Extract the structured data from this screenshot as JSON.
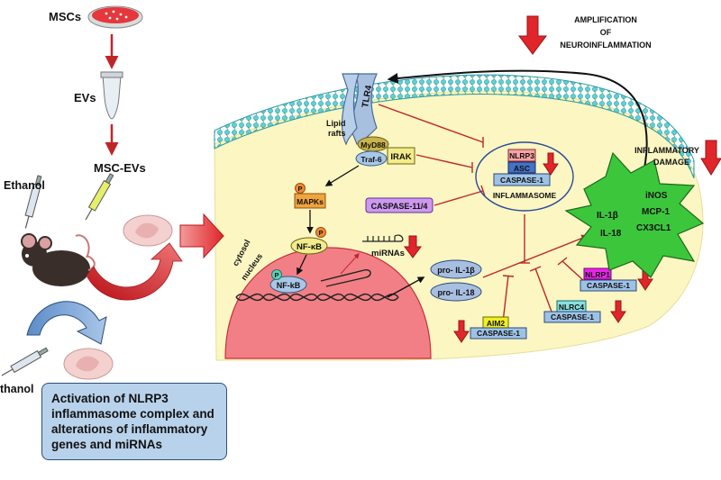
{
  "left_panel": {
    "mscs": "MSCs",
    "evs": "EVs",
    "msc_evs": "MSC-EVs",
    "ethanol_top": "Ethanol",
    "ethanol_bottom": "thanol",
    "conclusion": "Activation of NLRP3 inflammasome complex and alterations of inflammatory genes and miRNAs"
  },
  "cell": {
    "tlr4": "TLR4",
    "lipid_rafts": "Lipid rafts",
    "myd88": "MyD88",
    "traf6": "Traf-6",
    "irak": "IRAK",
    "mapks": "MAPKs",
    "phospho": "P",
    "nfkb_cyto": "NF-κB",
    "nfkb_nuc": "NF-kB",
    "cytosol": "cytosol",
    "nucleus": "nucleus",
    "mirnas": "miRNAs",
    "caspase_11_4": "CASPASE-11/4",
    "nlrp3": "NLRP3",
    "asc": "ASC",
    "caspase1": "CASPASE-1",
    "inflammasome": "INFLAMMASOME",
    "pro_il1b": "pro- IL-1β",
    "pro_il18": "pro- IL-18",
    "nlrp1": "NLRP1",
    "nlrc4": "NLRC4",
    "aim2": "AIM2"
  },
  "outputs": {
    "inos": "iNOS",
    "il1b": "IL-1β",
    "mcp1": "MCP-1",
    "il18": "IL-18",
    "cx3cl1": "CX3CL1"
  },
  "annotations": {
    "amplification_line1": "AMPLIFICATION",
    "amplification_line2": "OF",
    "amplification_line3": "NEUROINFLAMMATION",
    "damage_line1": "INFLAMMATORY",
    "damage_line2": "DAMAGE"
  },
  "colors": {
    "cell_fill": "#fbf6c2",
    "nucleus_fill": "#f27f86",
    "arrow_red": "#e0262a",
    "inhibit_red": "#c0252a",
    "tlr4_fill": "#a8c0e0",
    "burst_fill": "#3cc63c",
    "caspase_box": "#9ec2e6",
    "nlrp3_box": "#f7a3a3",
    "asc_box": "#4472c4",
    "caspase11_box": "#cc99ee",
    "nlrp1_box": "#ee22ee",
    "nlrc4_box": "#88e0e0",
    "aim2_box": "#f0f020",
    "mapks_box": "#f0a43c",
    "irak_box": "#f3ec8a",
    "myd88_box": "#c8b44a",
    "traf6_box": "#a8c8e8"
  }
}
